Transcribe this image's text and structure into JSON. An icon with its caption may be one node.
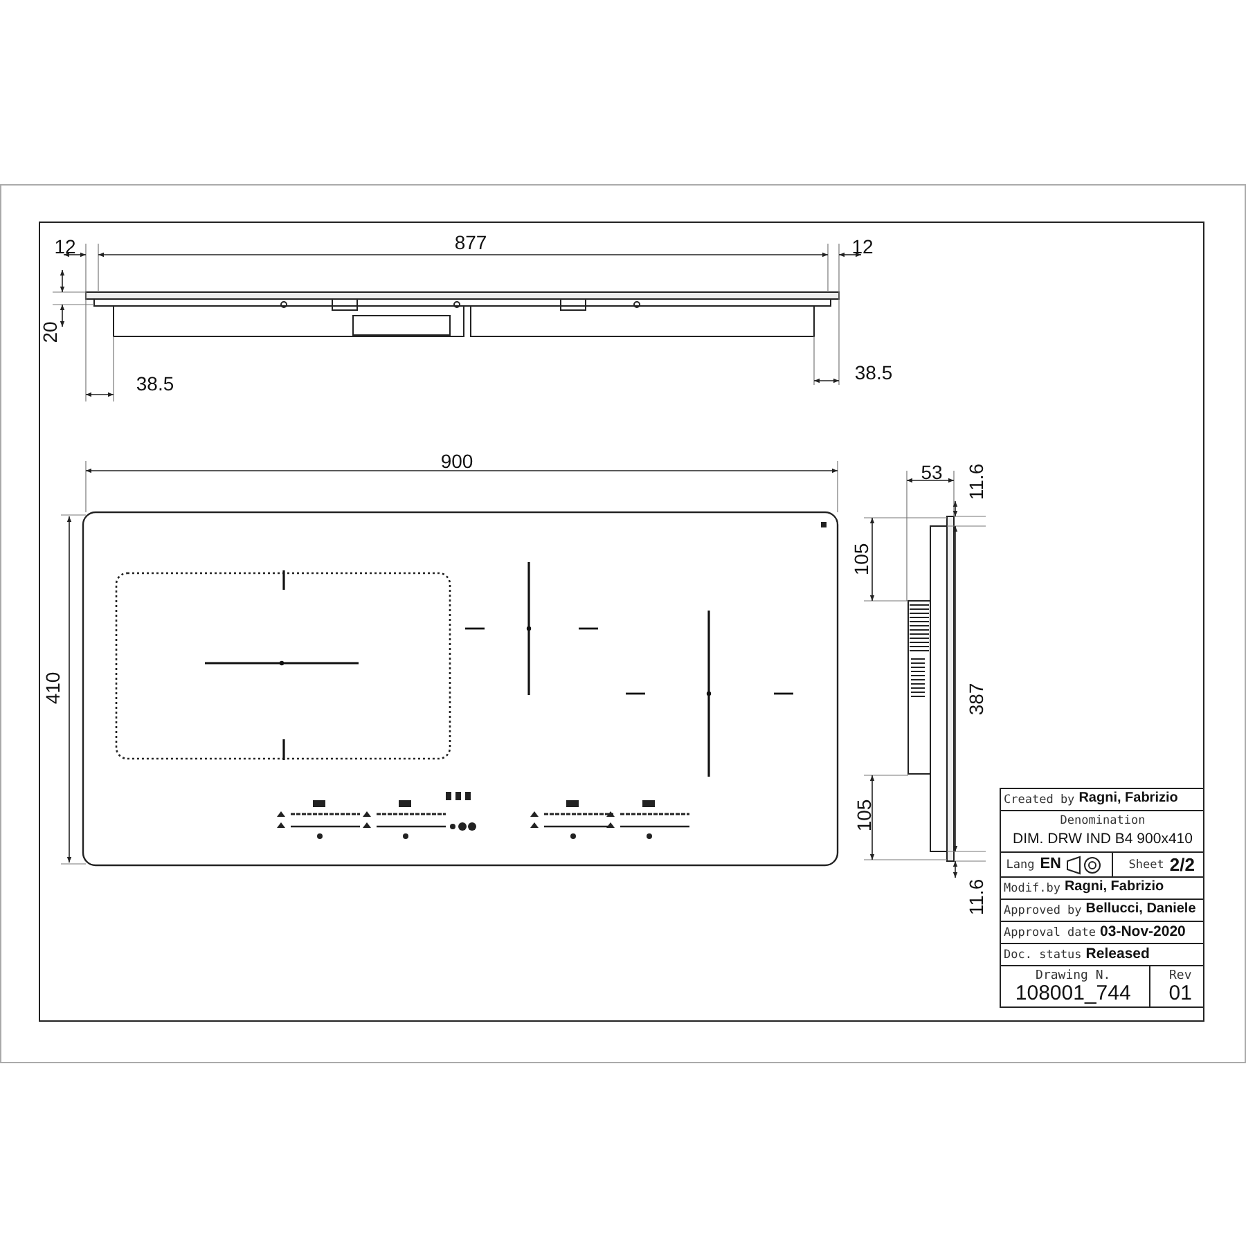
{
  "diagram": {
    "labels": [
      "12",
      "877",
      "12",
      "20",
      "38.5",
      "38.5",
      "900",
      "53",
      "11.6",
      "105",
      "410",
      "387",
      "105",
      "11.6",
      "Created by",
      "Ragni, Fabrizio",
      "Denomination",
      "DIM. DRW IND B4 900x410",
      "Lang",
      "EN",
      "Sheet",
      "2/2",
      "Modif.by",
      "Ragni, Fabrizio",
      "Approved by",
      "Bellucci, Daniele",
      "Approval date",
      "03-Nov-2020",
      "Doc. status",
      "Released",
      "Drawing N.",
      "108001_744",
      "Rev",
      "01"
    ]
  }
}
